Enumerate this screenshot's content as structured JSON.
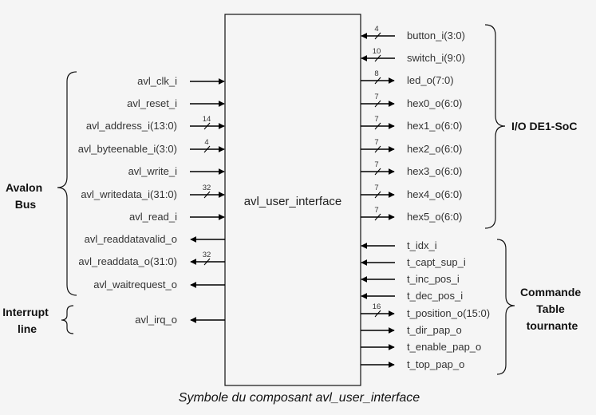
{
  "component_name": "avl_user_interface",
  "caption": "Symbole du composant avl_user_interface",
  "left_signals": [
    {
      "label": "avl_clk_i",
      "dir": "in",
      "width": ""
    },
    {
      "label": "avl_reset_i",
      "dir": "in",
      "width": ""
    },
    {
      "label": "avl_address_i(13:0)",
      "dir": "in",
      "width": "14"
    },
    {
      "label": "avl_byteenable_i(3:0)",
      "dir": "in",
      "width": "4"
    },
    {
      "label": "avl_write_i",
      "dir": "in",
      "width": ""
    },
    {
      "label": "avl_writedata_i(31:0)",
      "dir": "in",
      "width": "32"
    },
    {
      "label": "avl_read_i",
      "dir": "in",
      "width": ""
    },
    {
      "label": "avl_readdatavalid_o",
      "dir": "out",
      "width": ""
    },
    {
      "label": "avl_readdata_o(31:0)",
      "dir": "out",
      "width": "32"
    },
    {
      "label": "avl_waitrequest_o",
      "dir": "out",
      "width": ""
    },
    {
      "label": "avl_irq_o",
      "dir": "out",
      "width": ""
    }
  ],
  "right_signals": [
    {
      "label": "button_i(3:0)",
      "dir": "in",
      "width": "4"
    },
    {
      "label": "switch_i(9:0)",
      "dir": "in",
      "width": "10"
    },
    {
      "label": "led_o(7:0)",
      "dir": "out",
      "width": "8"
    },
    {
      "label": "hex0_o(6:0)",
      "dir": "out",
      "width": "7"
    },
    {
      "label": "hex1_o(6:0)",
      "dir": "out",
      "width": "7"
    },
    {
      "label": "hex2_o(6:0)",
      "dir": "out",
      "width": "7"
    },
    {
      "label": "hex3_o(6:0)",
      "dir": "out",
      "width": "7"
    },
    {
      "label": "hex4_o(6:0)",
      "dir": "out",
      "width": "7"
    },
    {
      "label": "hex5_o(6:0)",
      "dir": "out",
      "width": "7"
    },
    {
      "label": "t_idx_i",
      "dir": "in",
      "width": ""
    },
    {
      "label": "t_capt_sup_i",
      "dir": "in",
      "width": ""
    },
    {
      "label": "t_inc_pos_i",
      "dir": "in",
      "width": ""
    },
    {
      "label": "t_dec_pos_i",
      "dir": "in",
      "width": ""
    },
    {
      "label": "t_position_o(15:0)",
      "dir": "out",
      "width": "16"
    },
    {
      "label": "t_dir_pap_o",
      "dir": "out",
      "width": ""
    },
    {
      "label": "t_enable_pap_o",
      "dir": "out",
      "width": ""
    },
    {
      "label": "t_top_pap_o",
      "dir": "out",
      "width": ""
    }
  ],
  "groups": {
    "avalon": [
      "Avalon",
      "Bus"
    ],
    "interrupt": [
      "Interrupt",
      "line"
    ],
    "io": [
      "I/O DE1-SoC"
    ],
    "table": [
      "Commande",
      "Table",
      "tournante"
    ]
  }
}
